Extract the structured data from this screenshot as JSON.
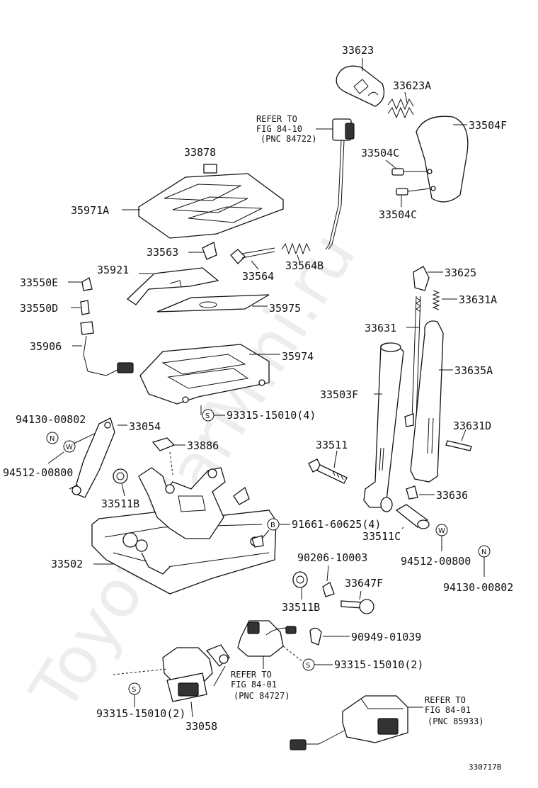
{
  "parts": {
    "p33623": "33623",
    "p33623A": "33623A",
    "p33504F": "33504F",
    "p33504C_1": "33504C",
    "p33504C_2": "33504C",
    "p33878": "33878",
    "p35971A": "35971A",
    "p33563": "33563",
    "p33564": "33564",
    "p33564B": "33564B",
    "p33550E": "33550E",
    "p35921": "35921",
    "p33550D": "33550D",
    "p35975": "35975",
    "p35906": "35906",
    "p35974": "35974",
    "p93315_top": "93315-15010(4)",
    "p94130_left": "94130-00802",
    "p33054": "33054",
    "p94512_left": "94512-00800",
    "p33886": "33886",
    "p33511B_top": "33511B",
    "p33511": "33511",
    "p91661": "91661-60625(4)",
    "p33502": "33502",
    "p90206": "90206-10003",
    "p33511B_bottom": "33511B",
    "p33647F": "33647F",
    "p90949": "90949-01039",
    "p93315_mid": "93315-15010(2)",
    "p93315_bottom": "93315-15010(2)",
    "p33058": "33058",
    "p33625": "33625",
    "p33631A": "33631A",
    "p33631": "33631",
    "p33635A": "33635A",
    "p33503F": "33503F",
    "p33631D": "33631D",
    "p33636": "33636",
    "p33511C": "33511C",
    "p94512_right": "94512-00800",
    "p94130_right": "94130-00802"
  },
  "refs": {
    "ref1": {
      "line1": "REFER TO",
      "line2": "FIG 84-10",
      "line3": "(PNC 84722)"
    },
    "ref2": {
      "line1": "REFER TO",
      "line2": "FIG 84-01",
      "line3": "(PNC 84727)"
    },
    "ref3": {
      "line1": "REFER TO",
      "line2": "FIG 84-01",
      "line3": "(PNC 85933)"
    }
  },
  "symbols": {
    "S": "S",
    "N": "N",
    "W": "W",
    "B": "B"
  },
  "diagram_id": "330717B",
  "watermark": "ToyotaCarMini.ru"
}
